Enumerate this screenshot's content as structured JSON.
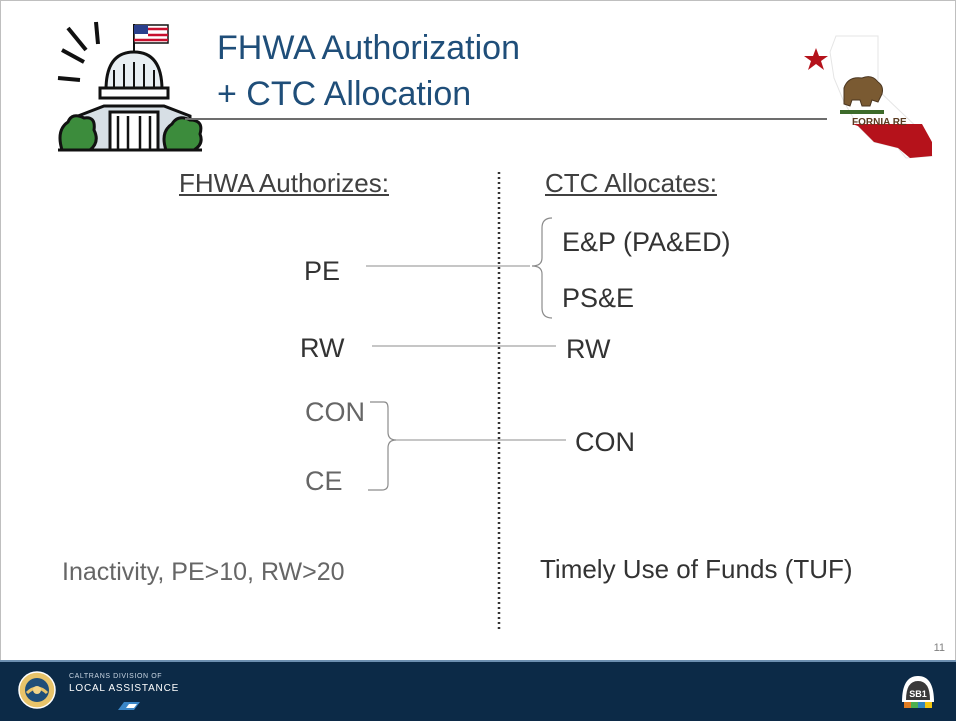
{
  "title": {
    "line1": "FHWA Authorization",
    "line2": "+ CTC Allocation"
  },
  "left_column": {
    "header": "FHWA Authorizes:",
    "items": [
      "PE",
      "RW",
      "CON",
      "CE"
    ],
    "note": "Inactivity,   PE>10,   RW>20"
  },
  "right_column": {
    "header": "CTC Allocates:",
    "items": [
      "E&P (PA&ED)",
      "PS&E",
      "RW",
      "CON"
    ],
    "note": "Timely Use of Funds (TUF)"
  },
  "images": {
    "capitol": "capitol-building-clipart",
    "state": "california-flag-map",
    "state_text": "FORNIA RE"
  },
  "footer": {
    "org_line1": "CALTRANS DIVISION OF",
    "org_line2": "LOCAL ASSISTANCE",
    "page_number": "11",
    "badge": "SB1"
  },
  "colors": {
    "title": "#1f4e79",
    "footer_bg": "#0c2a47",
    "text": "#333333"
  }
}
